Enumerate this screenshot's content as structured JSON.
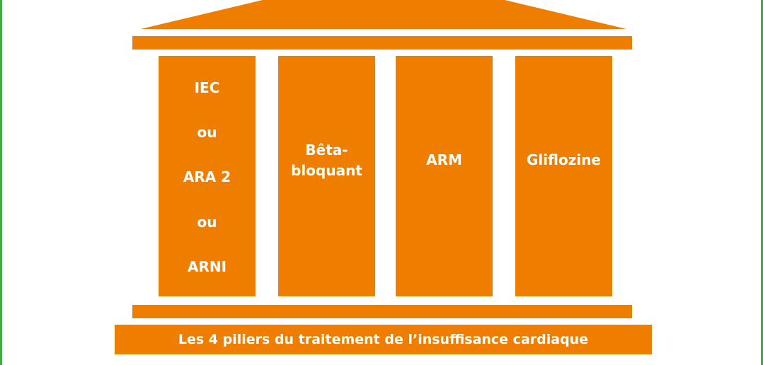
{
  "colors": {
    "accent": "#ee7d00",
    "border": "#3fae3f",
    "text": "#ffffff",
    "background": "#ffffff"
  },
  "pillars": [
    {
      "lines": [
        "IEC",
        "ou",
        "ARA 2",
        "ou",
        "ARNI"
      ]
    },
    {
      "lines": [
        "Bêta-",
        "bloquant"
      ]
    },
    {
      "lines": [
        "ARM"
      ]
    },
    {
      "lines": [
        "Gliflozine"
      ]
    }
  ],
  "base": {
    "label": "Les 4 piliers du traitement de l’insuffisance cardiaque"
  }
}
